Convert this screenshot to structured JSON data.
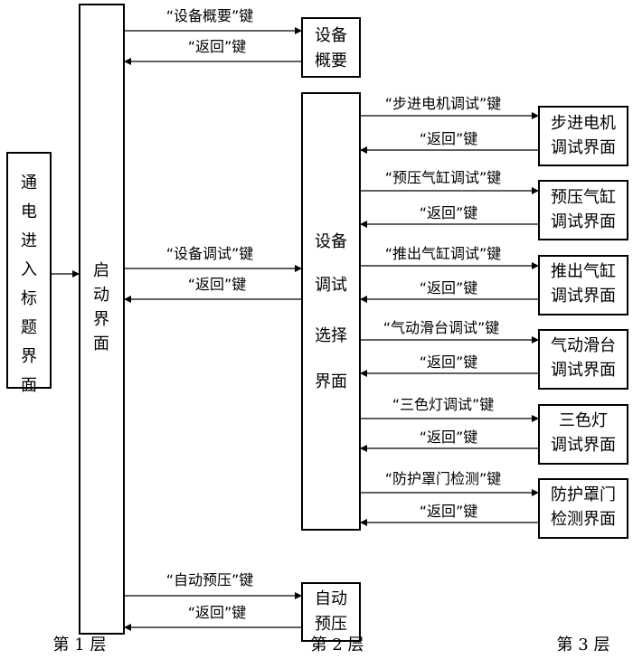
{
  "nodes": {
    "power_on": {
      "label": "通电进入标题界面"
    },
    "startup": {
      "label": "启动界面"
    },
    "overview": {
      "label_lines": [
        "设备",
        "概要"
      ]
    },
    "debug_select": {
      "label_lines": [
        "设备",
        "调试",
        "选择",
        "界面"
      ]
    },
    "auto_press": {
      "label_lines": [
        "自动",
        "预压"
      ]
    },
    "stepper": {
      "label_lines": [
        "步进电机",
        "调试界面"
      ]
    },
    "press_cyl": {
      "label_lines": [
        "预压气缸",
        "调试界面"
      ]
    },
    "push_cyl": {
      "label_lines": [
        "推出气缸",
        "调试界面"
      ]
    },
    "slide": {
      "label_lines": [
        "气动滑台",
        "调试界面"
      ]
    },
    "lamp": {
      "label_lines": [
        "三色灯",
        "调试界面"
      ]
    },
    "guard": {
      "label_lines": [
        "防护罩门",
        "检测界面"
      ]
    }
  },
  "edges": {
    "overview_key": "“设备概要”键",
    "debug_key": "“设备调试”键",
    "auto_key": "“自动预压”键",
    "back_key": "“返回”键",
    "stepper_key": "“步进电机调试”键",
    "press_key": "“预压气缸调试”键",
    "push_key": "“推出气缸调试”键",
    "slide_key": "“气动滑台调试”键",
    "lamp_key": "“三色灯调试”键",
    "guard_key": "“防护罩门检测”键"
  },
  "layers": {
    "layer1": {
      "prefix": "第",
      "num": "1",
      "suffix": "层"
    },
    "layer2": {
      "prefix": "第",
      "num": "2",
      "suffix": "层"
    },
    "layer3": {
      "prefix": "第",
      "num": "3",
      "suffix": "层"
    }
  }
}
